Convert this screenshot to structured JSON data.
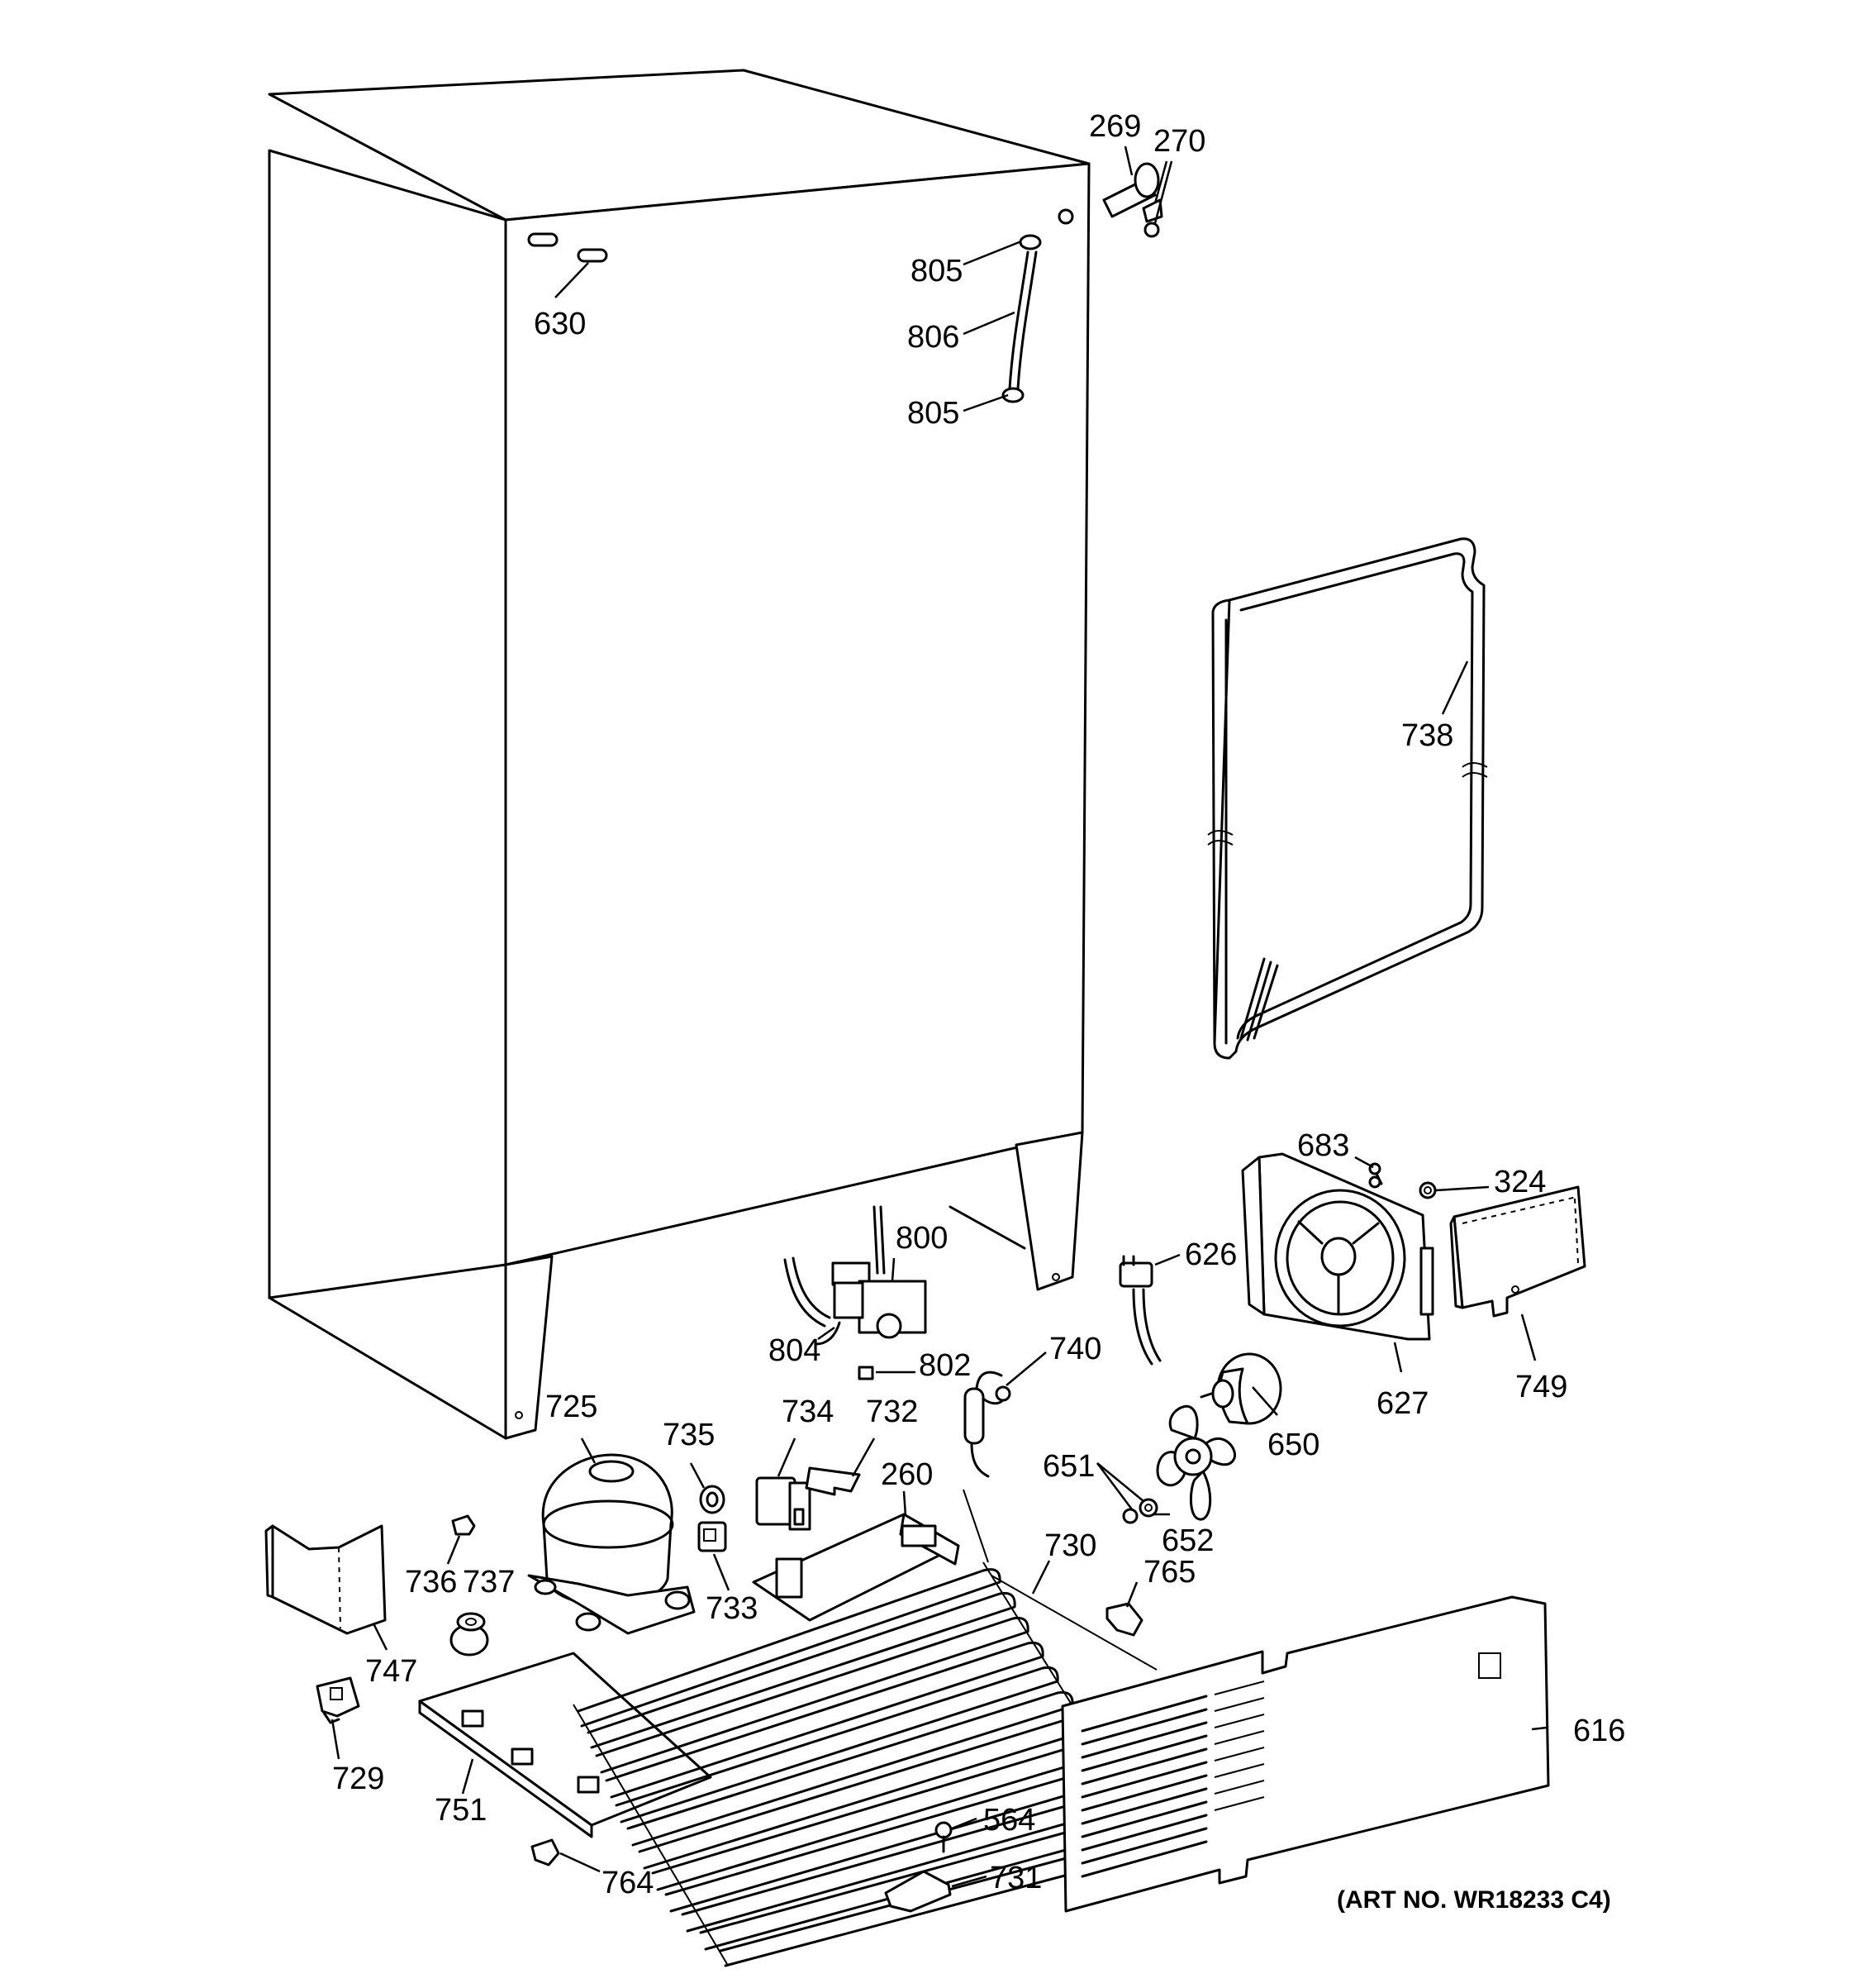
{
  "callouts": {
    "c269": "269",
    "c270": "270",
    "c805a": "805",
    "c806": "806",
    "c805b": "805",
    "c630": "630",
    "c738": "738",
    "c683": "683",
    "c324": "324",
    "c800": "800",
    "c626": "626",
    "c804": "804",
    "c802": "802",
    "c740": "740",
    "c749": "749",
    "c627": "627",
    "c725": "725",
    "c735": "735",
    "c734": "734",
    "c732": "732",
    "c650": "650",
    "c651": "651",
    "c260": "260",
    "c652": "652",
    "c730": "730",
    "c736": "736",
    "c737": "737",
    "c733": "733",
    "c765": "765",
    "c747": "747",
    "c616": "616",
    "c729": "729",
    "c751": "751",
    "c564": "564",
    "c764": "764",
    "c731": "731"
  },
  "art_number": "(ART NO. WR18233 C4)"
}
